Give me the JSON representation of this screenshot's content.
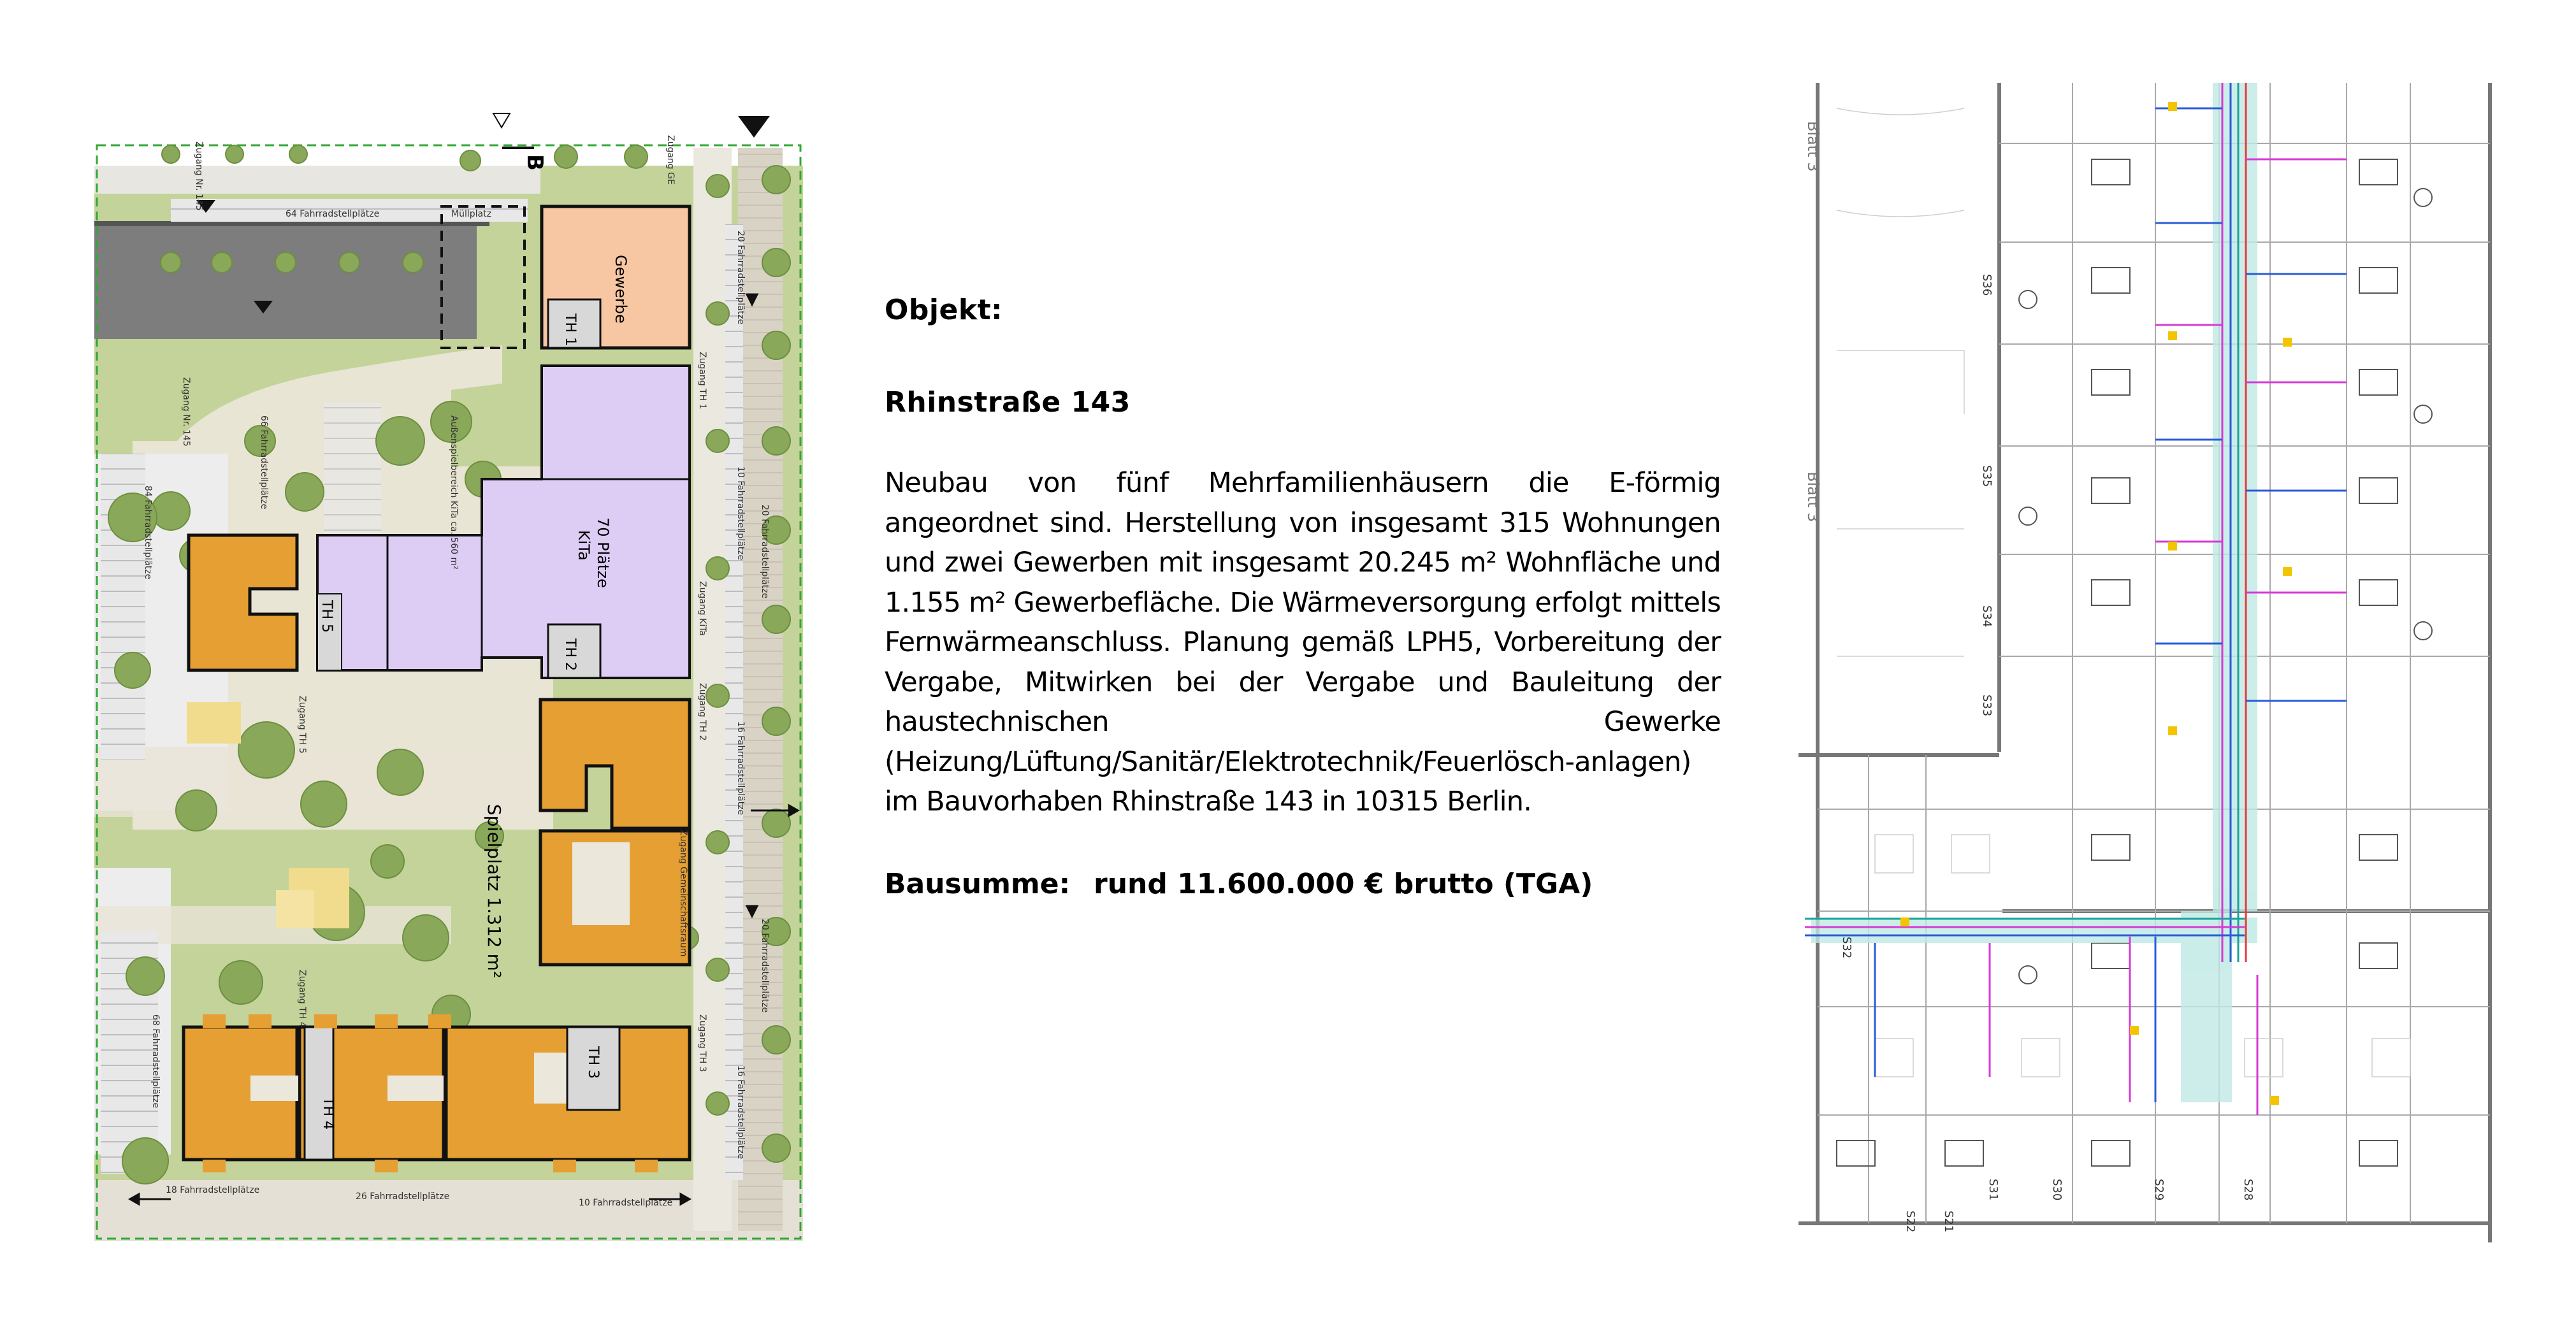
{
  "text": {
    "object_label": "Objekt:",
    "address": "Rhinstraße 143",
    "description": "Neubau von fünf Mehrfamilienhäusern die E-förmig angeordnet sind. Herstellung von insgesamt 315 Wohnungen und zwei Gewerben mit insgesamt 20.245 m² Wohnfläche und 1.155 m² Gewerbefläche. Die Wärmeversorgung erfolgt mittels Fernwärmeanschluss. Planung gemäß LPH5, Vorbereitung der Vergabe, Mitwirken bei der Vergabe und Bauleitung der haustechnischen Gewerke (Heizung/Lüftung/Sanitär/Elektrotechnik/Feuerlösch-anlagen) im Bauvorhaben Rhinstraße 143 in 10315 Berlin.",
    "budget_label": "Bausumme:",
    "budget_value": "rund 11.600.000 € brutto (TGA)"
  },
  "site_plan": {
    "section_mark": "B",
    "commercial": "Gewerbe",
    "kita_line1": "70 Plätze",
    "kita_line2": "KiTa",
    "stairs": [
      "TH 1",
      "TH 2",
      "TH 3",
      "TH 4",
      "TH 5"
    ],
    "playground": "Spielplatz 1.312 m²",
    "labels": {
      "bike_64": "64 Fahrradstellplätze",
      "waste": "Müllplatz",
      "bike_84": "84 Fahrradstellplätze",
      "bike_66": "66 Fahrradstellplätze",
      "bike_68": "68 Fahrradstellplätze",
      "bike_18": "18 Fahrradstellplätze",
      "bike_26": "26 Fahrradstellplätze",
      "bike_10_bottom": "10 Fahrradstellplätze",
      "bike_20_top": "20 Fahrradstellplätze",
      "bike_10_right": "10 Fahrradstellplätze",
      "bike_20_mid": "20 Fahrradstellplätze",
      "bike_16_a": "16 Fahrradstellplätze",
      "bike_20_low": "20 Fahrradstellplätze",
      "bike_16_b": "16 Fahrradstellplätze",
      "access_ge": "Zugang GE",
      "access_th1": "Zugang TH 1",
      "access_kita": "Zugang KiTa",
      "access_th2": "Zugang TH 2",
      "access_th3": "Zugang TH 3",
      "access_th4": "Zugang TH 4",
      "access_th5": "Zugang TH 5",
      "access_nr145": "Zugang Nr. 145",
      "access_nr145_b": "Zugang Nr. 145",
      "gemeinschaft": "Zugang Gemeinschaftsraum",
      "aufenthalt": "Außenspielbereich KiTa ca. 560 m²"
    }
  },
  "floor_plan": {
    "sheet_labels": [
      "Blatt 3",
      "Blatt 3"
    ],
    "room_tags": [
      "S36",
      "S35",
      "S34",
      "S33",
      "S32",
      "S31",
      "S30",
      "S29",
      "S28",
      "S22",
      "S21"
    ]
  }
}
